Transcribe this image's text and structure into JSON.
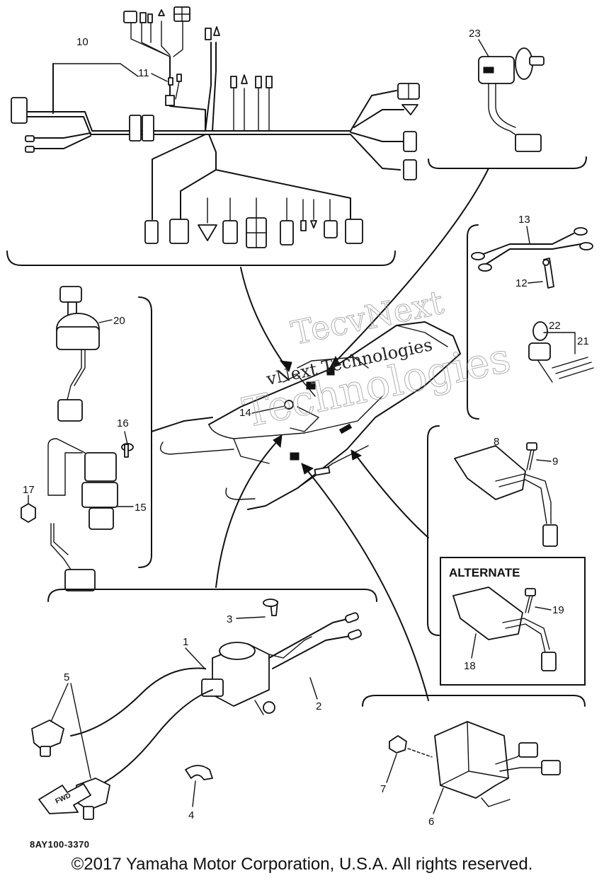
{
  "callouts": {
    "c1": "1",
    "c2": "2",
    "c3": "3",
    "c4": "4",
    "c5": "5",
    "c6": "6",
    "c7": "7",
    "c8": "8",
    "c9": "9",
    "c10": "10",
    "c11": "11",
    "c12": "12",
    "c13": "13",
    "c14": "14",
    "c15": "15",
    "c16": "16",
    "c17": "17",
    "c18": "18",
    "c19": "19",
    "c20": "20",
    "c21": "21",
    "c22": "22",
    "c23": "23"
  },
  "alternate_label": "ALTERNATE",
  "fwd_label": "FWD",
  "diagram_code": "8AY100-3370",
  "copyright": "©2017 Yamaha Motor Corporation, U.S.A. All rights reserved.",
  "watermark": {
    "line1": "vNext Technologies",
    "line2": "TecvNext",
    "line3": "Technologies"
  }
}
